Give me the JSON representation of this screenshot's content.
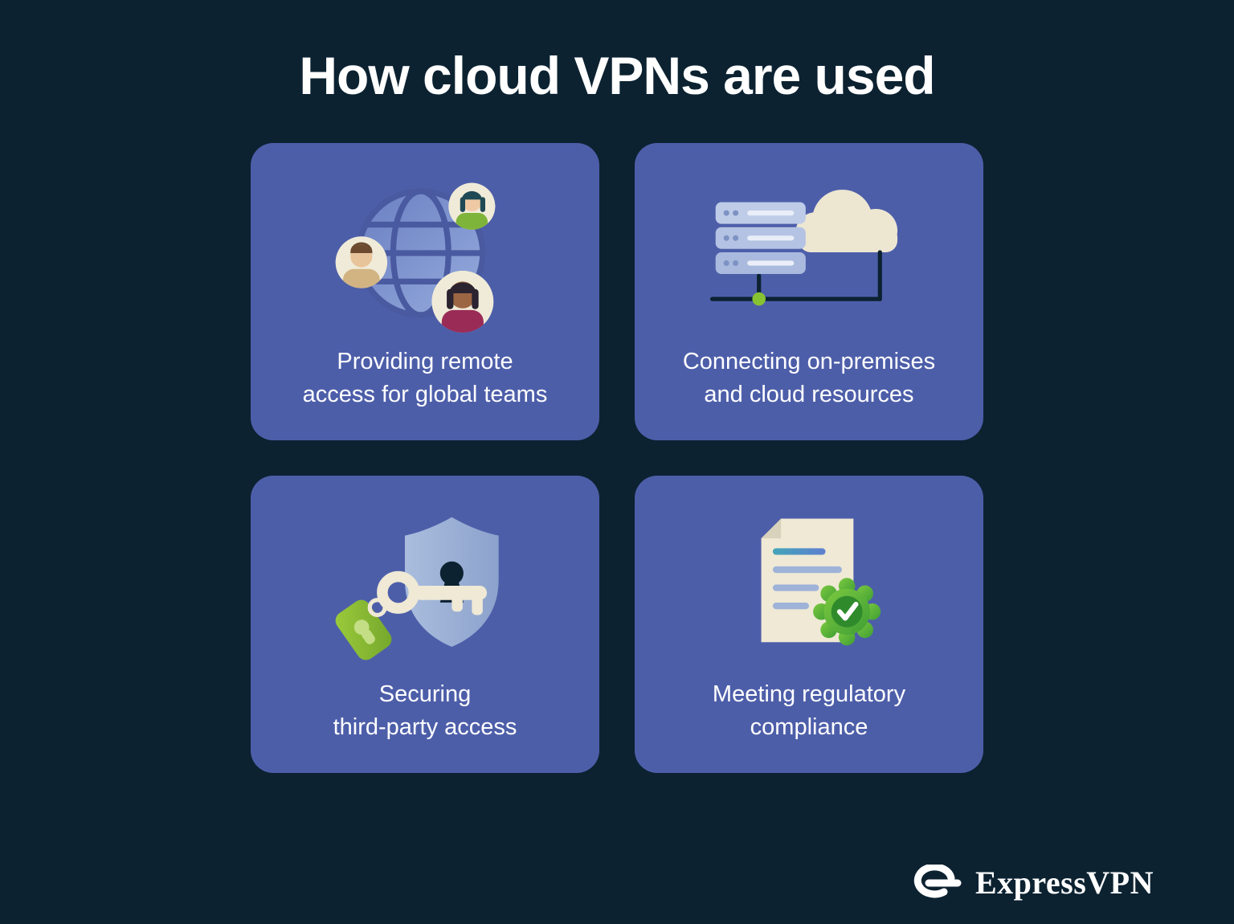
{
  "title": "How cloud VPNs are used",
  "colors": {
    "background": "#0C2231",
    "card": "#4D5EA9",
    "text": "#FFFFFF",
    "cream": "#EFE9D5",
    "green": "#86C232",
    "badge_green": "#4CAF50",
    "globe_blue": "#7186C4",
    "server_blue": "#BFCCE8",
    "shield_blue": "#9FB3D9"
  },
  "cards": [
    {
      "id": "remote-access",
      "icon": "globe-users-icon",
      "label": "Providing remote\naccess for global teams"
    },
    {
      "id": "on-premises-cloud",
      "icon": "server-cloud-icon",
      "label": "Connecting on-premises\nand cloud resources"
    },
    {
      "id": "third-party-access",
      "icon": "shield-key-icon",
      "label": "Securing\nthird-party access"
    },
    {
      "id": "regulatory-compliance",
      "icon": "document-badge-icon",
      "label": "Meeting regulatory\ncompliance"
    }
  ],
  "footer": {
    "brand": "ExpressVPN",
    "logo_icon": "expressvpn-logo-icon"
  }
}
